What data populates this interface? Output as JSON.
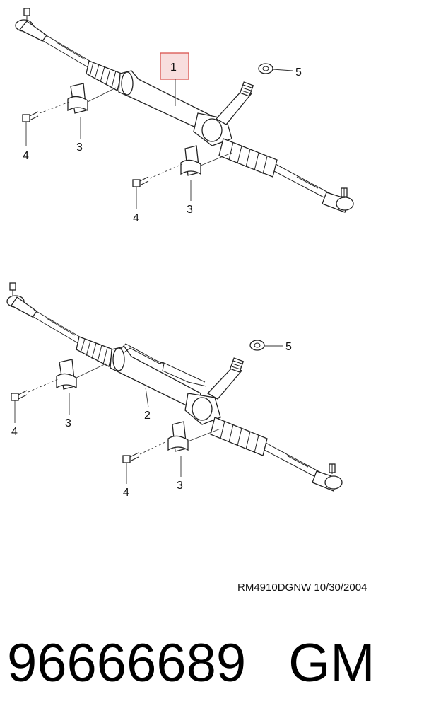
{
  "callouts": {
    "top": {
      "part1": "1",
      "part5": "5",
      "bolt_left": "4",
      "bracket_left": "3",
      "bolt_right": "4",
      "bracket_right": "3"
    },
    "bottom": {
      "part2": "2",
      "part5": "5",
      "bolt_left": "4",
      "bracket_left": "3",
      "bolt_right": "4",
      "bracket_right": "3"
    }
  },
  "reference_code": "RM4910DGNW  10/30/2004",
  "part_number": "96666689",
  "brand": "GM",
  "colors": {
    "highlight_fill": "#f8dede",
    "highlight_border": "#d9534f",
    "line": "#222222"
  }
}
